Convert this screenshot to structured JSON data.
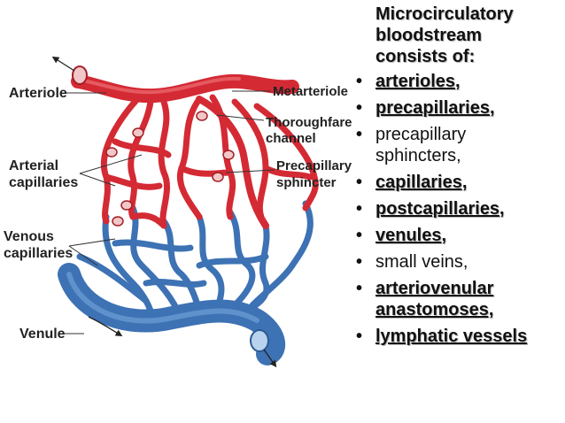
{
  "diagram": {
    "labels": {
      "arteriole": "Arteriole",
      "metarteriole": "Metarteriole",
      "thoroughfare_line1": "Thoroughfare",
      "thoroughfare_line2": "channel",
      "arterial_line1": "Arterial",
      "arterial_line2": "capillaries",
      "precap_line1": "Precapillary",
      "precap_line2": "sphincter",
      "venous_line1": "Venous",
      "venous_line2": "capillaries",
      "venule": "Venule"
    },
    "colors": {
      "arterial": "#d42a34",
      "venous": "#3d72b4",
      "sphincter": "#f2c7c7"
    }
  },
  "panel": {
    "title_line1": "Microcirculatory",
    "title_line2": "bloodstream",
    "title_line3": "consists of:",
    "items": [
      {
        "text": "arterioles,",
        "style": "em"
      },
      {
        "text": "precapillaries,",
        "style": "em"
      },
      {
        "text_line1": "precapillary",
        "text_line2": "sphincters,",
        "style": "plain"
      },
      {
        "text": "capillaries,",
        "style": "em"
      },
      {
        "text": "postcapillaries,",
        "style": "em"
      },
      {
        "text": "venules,",
        "style": "em"
      },
      {
        "text": "small veins,",
        "style": "plain"
      },
      {
        "text_line1": "arteriovenular",
        "text_line2": "anastomoses,",
        "style": "em"
      },
      {
        "text": "lymphatic vessels",
        "style": "em"
      }
    ],
    "bullet": "•"
  }
}
